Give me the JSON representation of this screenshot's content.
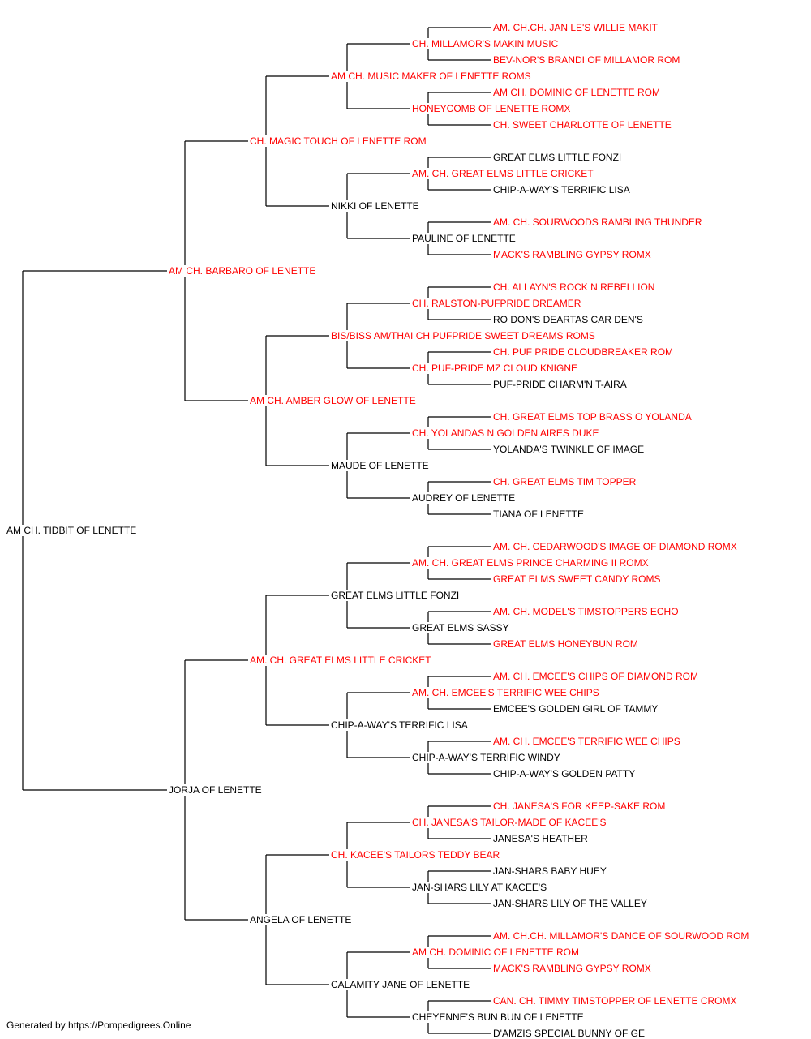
{
  "pedigree": {
    "name": "AM CH. TIDBIT OF LENETTE",
    "champion": false,
    "sire": {
      "name": "AM CH. BARBARO OF LENETTE",
      "champion": true,
      "sire": {
        "name": "CH. MAGIC TOUCH OF LENETTE ROM",
        "champion": true,
        "sire": {
          "name": "AM CH. MUSIC MAKER OF LENETTE ROMS",
          "champion": true,
          "sire": {
            "name": "CH. MILLAMOR'S MAKIN MUSIC",
            "champion": true,
            "sire": {
              "name": "AM. CH.CH. JAN LE'S WILLIE MAKIT",
              "champion": true
            },
            "dam": {
              "name": "BEV-NOR'S BRANDI OF MILLAMOR ROM",
              "champion": true
            }
          },
          "dam": {
            "name": "HONEYCOMB OF LENETTE ROMX",
            "champion": true,
            "sire": {
              "name": "AM CH. DOMINIC OF LENETTE ROM",
              "champion": true
            },
            "dam": {
              "name": "CH. SWEET CHARLOTTE OF LENETTE",
              "champion": true
            }
          }
        },
        "dam": {
          "name": "NIKKI OF LENETTE",
          "champion": false,
          "sire": {
            "name": "AM. CH. GREAT ELMS LITTLE CRICKET",
            "champion": true,
            "sire": {
              "name": "GREAT ELMS LITTLE FONZI",
              "champion": false
            },
            "dam": {
              "name": "CHIP-A-WAY'S TERRIFIC LISA",
              "champion": false
            }
          },
          "dam": {
            "name": "PAULINE OF LENETTE",
            "champion": false,
            "sire": {
              "name": "AM. CH. SOURWOODS RAMBLING THUNDER",
              "champion": true
            },
            "dam": {
              "name": "MACK'S RAMBLING GYPSY ROMX",
              "champion": true
            }
          }
        }
      },
      "dam": {
        "name": "AM CH. AMBER GLOW OF LENETTE",
        "champion": true,
        "sire": {
          "name": "BIS/BISS AM/THAI CH PUFPRIDE SWEET DREAMS ROMS",
          "champion": true,
          "sire": {
            "name": "CH. RALSTON-PUFPRIDE DREAMER",
            "champion": true,
            "sire": {
              "name": "CH. ALLAYN'S ROCK N REBELLION",
              "champion": true
            },
            "dam": {
              "name": "RO DON'S DEARTAS CAR DEN'S",
              "champion": false
            }
          },
          "dam": {
            "name": "CH. PUF-PRIDE MZ CLOUD KNIGNE",
            "champion": true,
            "sire": {
              "name": "CH. PUF PRIDE CLOUDBREAKER ROM",
              "champion": true
            },
            "dam": {
              "name": "PUF-PRIDE CHARM'N T-AIRA",
              "champion": false
            }
          }
        },
        "dam": {
          "name": "MAUDE OF LENETTE",
          "champion": false,
          "sire": {
            "name": "CH. YOLANDAS N GOLDEN AIRES DUKE",
            "champion": true,
            "sire": {
              "name": "CH. GREAT ELMS TOP BRASS O YOLANDA",
              "champion": true
            },
            "dam": {
              "name": "YOLANDA'S TWINKLE OF IMAGE",
              "champion": false
            }
          },
          "dam": {
            "name": "AUDREY OF LENETTE",
            "champion": false,
            "sire": {
              "name": "CH. GREAT ELMS TIM TOPPER",
              "champion": true
            },
            "dam": {
              "name": "TIANA OF LENETTE",
              "champion": false
            }
          }
        }
      }
    },
    "dam": {
      "name": "JORJA OF LENETTE",
      "champion": false,
      "sire": {
        "name": "AM. CH. GREAT ELMS LITTLE CRICKET",
        "champion": true,
        "sire": {
          "name": "GREAT ELMS LITTLE FONZI",
          "champion": false,
          "sire": {
            "name": "AM. CH. GREAT ELMS PRINCE CHARMING II ROMX",
            "champion": true,
            "sire": {
              "name": "AM. CH. CEDARWOOD'S IMAGE OF DIAMOND ROMX",
              "champion": true
            },
            "dam": {
              "name": "GREAT ELMS SWEET CANDY ROMS",
              "champion": true
            }
          },
          "dam": {
            "name": "GREAT ELMS SASSY",
            "champion": false,
            "sire": {
              "name": "AM. CH. MODEL'S TIMSTOPPERS ECHO",
              "champion": true
            },
            "dam": {
              "name": "GREAT ELMS HONEYBUN ROM",
              "champion": true
            }
          }
        },
        "dam": {
          "name": "CHIP-A-WAY'S TERRIFIC LISA",
          "champion": false,
          "sire": {
            "name": "AM. CH. EMCEE'S TERRIFIC WEE CHIPS",
            "champion": true,
            "sire": {
              "name": "AM. CH. EMCEE'S CHIPS OF DIAMOND ROM",
              "champion": true
            },
            "dam": {
              "name": "EMCEE'S GOLDEN GIRL OF TAMMY",
              "champion": false
            }
          },
          "dam": {
            "name": "CHIP-A-WAY'S TERRIFIC WINDY",
            "champion": false,
            "sire": {
              "name": "AM. CH. EMCEE'S TERRIFIC WEE CHIPS",
              "champion": true
            },
            "dam": {
              "name": "CHIP-A-WAY'S GOLDEN PATTY",
              "champion": false
            }
          }
        }
      },
      "dam": {
        "name": "ANGELA OF LENETTE",
        "champion": false,
        "sire": {
          "name": "CH. KACEE'S TAILORS TEDDY BEAR",
          "champion": true,
          "sire": {
            "name": "CH. JANESA'S TAILOR-MADE OF KACEE'S",
            "champion": true,
            "sire": {
              "name": "CH. JANESA'S FOR KEEP-SAKE ROM",
              "champion": true
            },
            "dam": {
              "name": "JANESA'S HEATHER",
              "champion": false
            }
          },
          "dam": {
            "name": "JAN-SHARS LILY AT KACEE'S",
            "champion": false,
            "sire": {
              "name": "JAN-SHARS BABY HUEY",
              "champion": false
            },
            "dam": {
              "name": "JAN-SHARS LILY OF THE VALLEY",
              "champion": false
            }
          }
        },
        "dam": {
          "name": "CALAMITY JANE OF LENETTE",
          "champion": false,
          "sire": {
            "name": "AM CH. DOMINIC OF LENETTE ROM",
            "champion": true,
            "sire": {
              "name": "AM. CH.CH. MILLAMOR'S DANCE OF SOURWOOD ROM",
              "champion": true
            },
            "dam": {
              "name": "MACK'S RAMBLING GYPSY ROMX",
              "champion": true
            }
          },
          "dam": {
            "name": "CHEYENNE'S BUN BUN OF LENETTE",
            "champion": false,
            "sire": {
              "name": "CAN. CH. TIMMY TIMSTOPPER OF LENETTE CROMX",
              "champion": true
            },
            "dam": {
              "name": "D'AMZIS SPECIAL BUNNY OF GE",
              "champion": false
            }
          }
        }
      }
    }
  },
  "colors": {
    "champion": "#ff0000",
    "regular": "#000000",
    "connector": "#000000"
  },
  "footer": {
    "text": "Generated by https://Pompedigrees.Online"
  }
}
